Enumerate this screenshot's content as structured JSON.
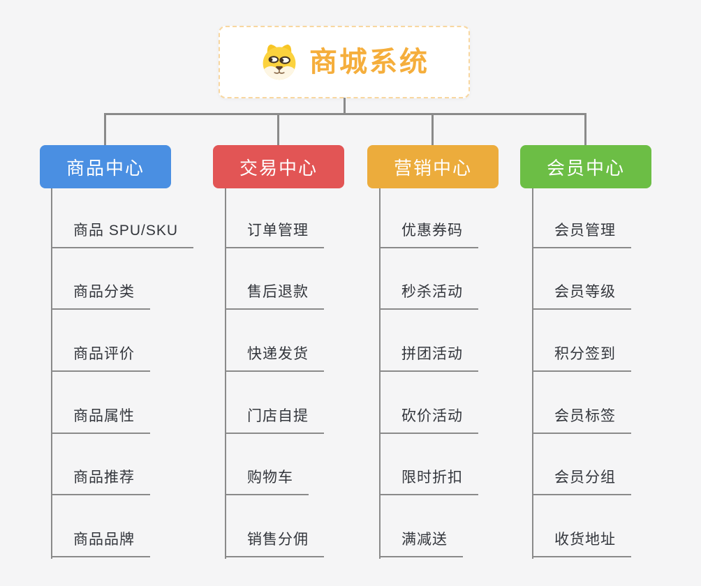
{
  "page": {
    "background": "#f5f5f6",
    "connector_color": "#8a8a8a"
  },
  "root": {
    "title": "商城系统",
    "icon": "shiba-dog-icon",
    "text_color": "#f5ae3c",
    "border_color": "#f8d7a0"
  },
  "branches": [
    {
      "label": "商品中心",
      "color": "#4a8fe2",
      "items": [
        "商品 SPU/SKU",
        "商品分类",
        "商品评价",
        "商品属性",
        "商品推荐",
        "商品品牌"
      ]
    },
    {
      "label": "交易中心",
      "color": "#e25555",
      "items": [
        "订单管理",
        "售后退款",
        "快递发货",
        "门店自提",
        "购物车",
        "销售分佣"
      ]
    },
    {
      "label": "营销中心",
      "color": "#ecac3c",
      "items": [
        "优惠券码",
        "秒杀活动",
        "拼团活动",
        "砍价活动",
        "限时折扣",
        "满减送"
      ]
    },
    {
      "label": "会员中心",
      "color": "#6cbe45",
      "items": [
        "会员管理",
        "会员等级",
        "积分签到",
        "会员标签",
        "会员分组",
        "收货地址"
      ]
    }
  ]
}
